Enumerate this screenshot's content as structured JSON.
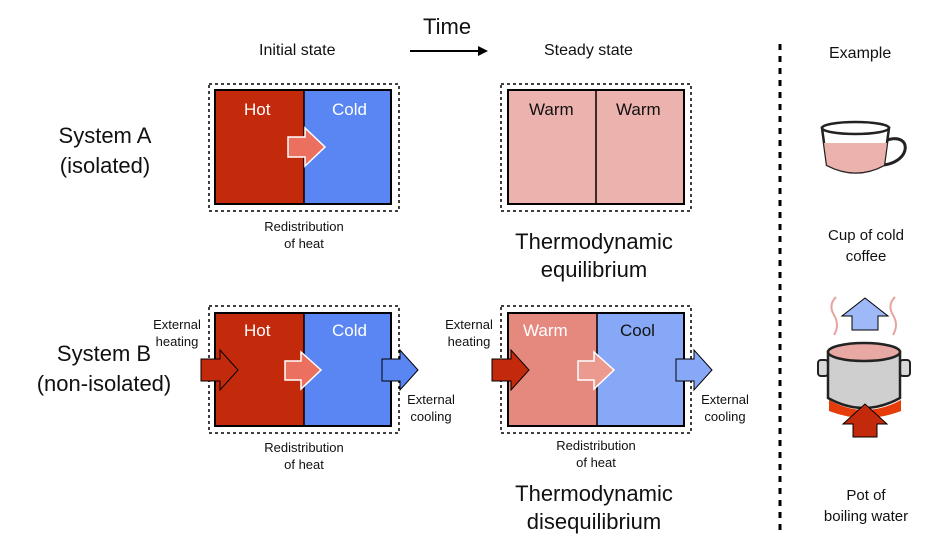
{
  "header": {
    "time_label": "Time",
    "initial_state": "Initial state",
    "steady_state": "Steady state",
    "example": "Example"
  },
  "system_a": {
    "name": "System A",
    "qualifier": "(isolated)",
    "initial": {
      "left": "Hot",
      "right": "Cold"
    },
    "steady": {
      "left": "Warm",
      "right": "Warm"
    },
    "redistribution": "Redistribution\nof heat",
    "outcome": "Thermodynamic\nequilibrium"
  },
  "system_b": {
    "name": "System B",
    "qualifier": "(non-isolated)",
    "initial": {
      "left": "Hot",
      "right": "Cold"
    },
    "steady": {
      "left": "Warm",
      "right": "Cool"
    },
    "external_heating": "External\nheating",
    "external_cooling": "External\ncooling",
    "redistribution": "Redistribution\nof heat",
    "outcome": "Thermodynamic\ndisequilibrium"
  },
  "examples": {
    "a": "Cup of cold\ncoffee",
    "b": "Pot of\nboiling water"
  },
  "colors": {
    "hot": "#c32a0c",
    "cold": "#5a86f4",
    "warm_eq": "#ecb2ad",
    "warm_b": "#e5887e",
    "cool_b": "#87a8f7",
    "arrow_inner": "#ec7060",
    "flame": "#e53c0a"
  },
  "icons": [
    "time-arrow-icon",
    "heat-transfer-arrow-icon",
    "heating-arrow-icon",
    "cooling-arrow-icon",
    "coffee-cup-icon",
    "boiling-pot-icon",
    "steam-icon"
  ]
}
